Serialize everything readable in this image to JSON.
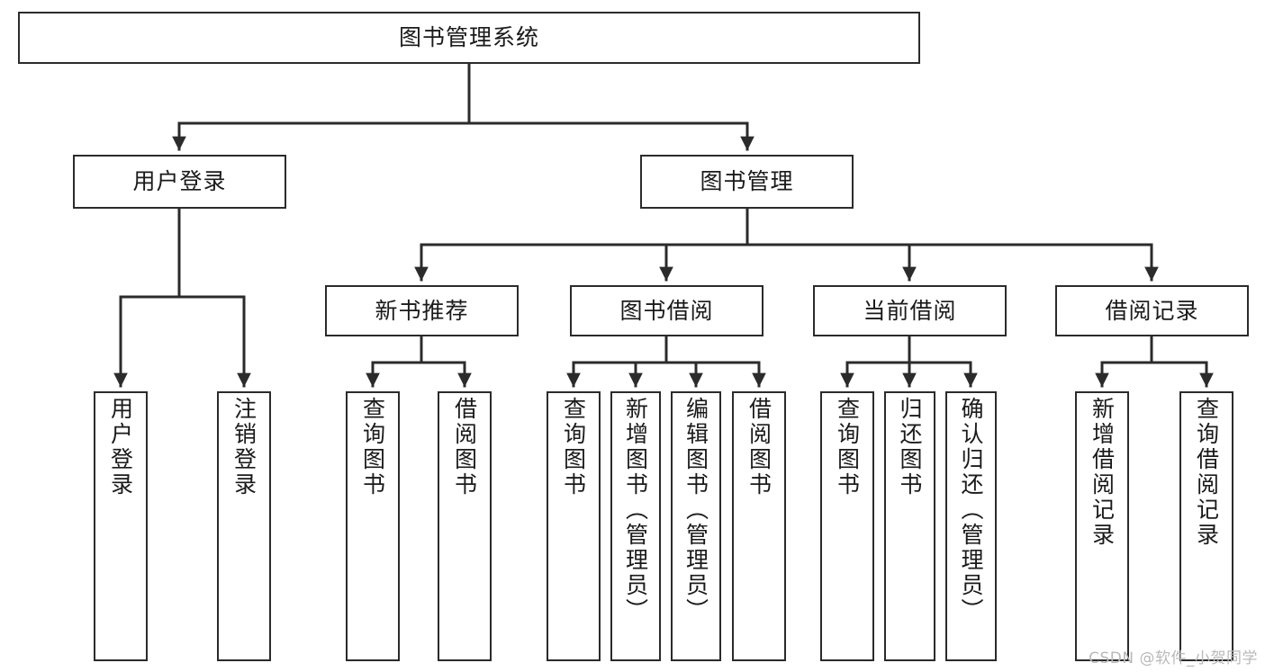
{
  "diagram": {
    "title": "图书管理系统",
    "type": "functional-structure-tree",
    "colors": {
      "box_border": "#2b2b2b",
      "box_fill": "#ffffff",
      "edge": "#2b2b2b",
      "text": "#1a1a1a",
      "watermark": "#b9b9b9",
      "background": "#ffffff"
    },
    "root": {
      "label": "图书管理系统"
    },
    "level2": [
      {
        "label": "用户登录"
      },
      {
        "label": "图书管理"
      }
    ],
    "level3": [
      {
        "label": "新书推荐"
      },
      {
        "label": "图书借阅"
      },
      {
        "label": "当前借阅"
      },
      {
        "label": "借阅记录"
      }
    ],
    "leaves": {
      "user_login": [
        {
          "label": "用户登录"
        },
        {
          "label": "注销登录"
        }
      ],
      "new_book_recommend": [
        {
          "label": "查询图书"
        },
        {
          "label": "借阅图书"
        }
      ],
      "book_borrow": [
        {
          "label": "查询图书"
        },
        {
          "label": "新增图书（管理员）"
        },
        {
          "label": "编辑图书（管理员）"
        },
        {
          "label": "借阅图书"
        }
      ],
      "current_borrow": [
        {
          "label": "查询图书"
        },
        {
          "label": "归还图书"
        },
        {
          "label": "确认归还（管理员）"
        }
      ],
      "borrow_record": [
        {
          "label": "新增借阅记录"
        },
        {
          "label": "查询借阅记录"
        }
      ]
    }
  },
  "watermark": {
    "text": "CSDN @软件_小贺同学"
  }
}
